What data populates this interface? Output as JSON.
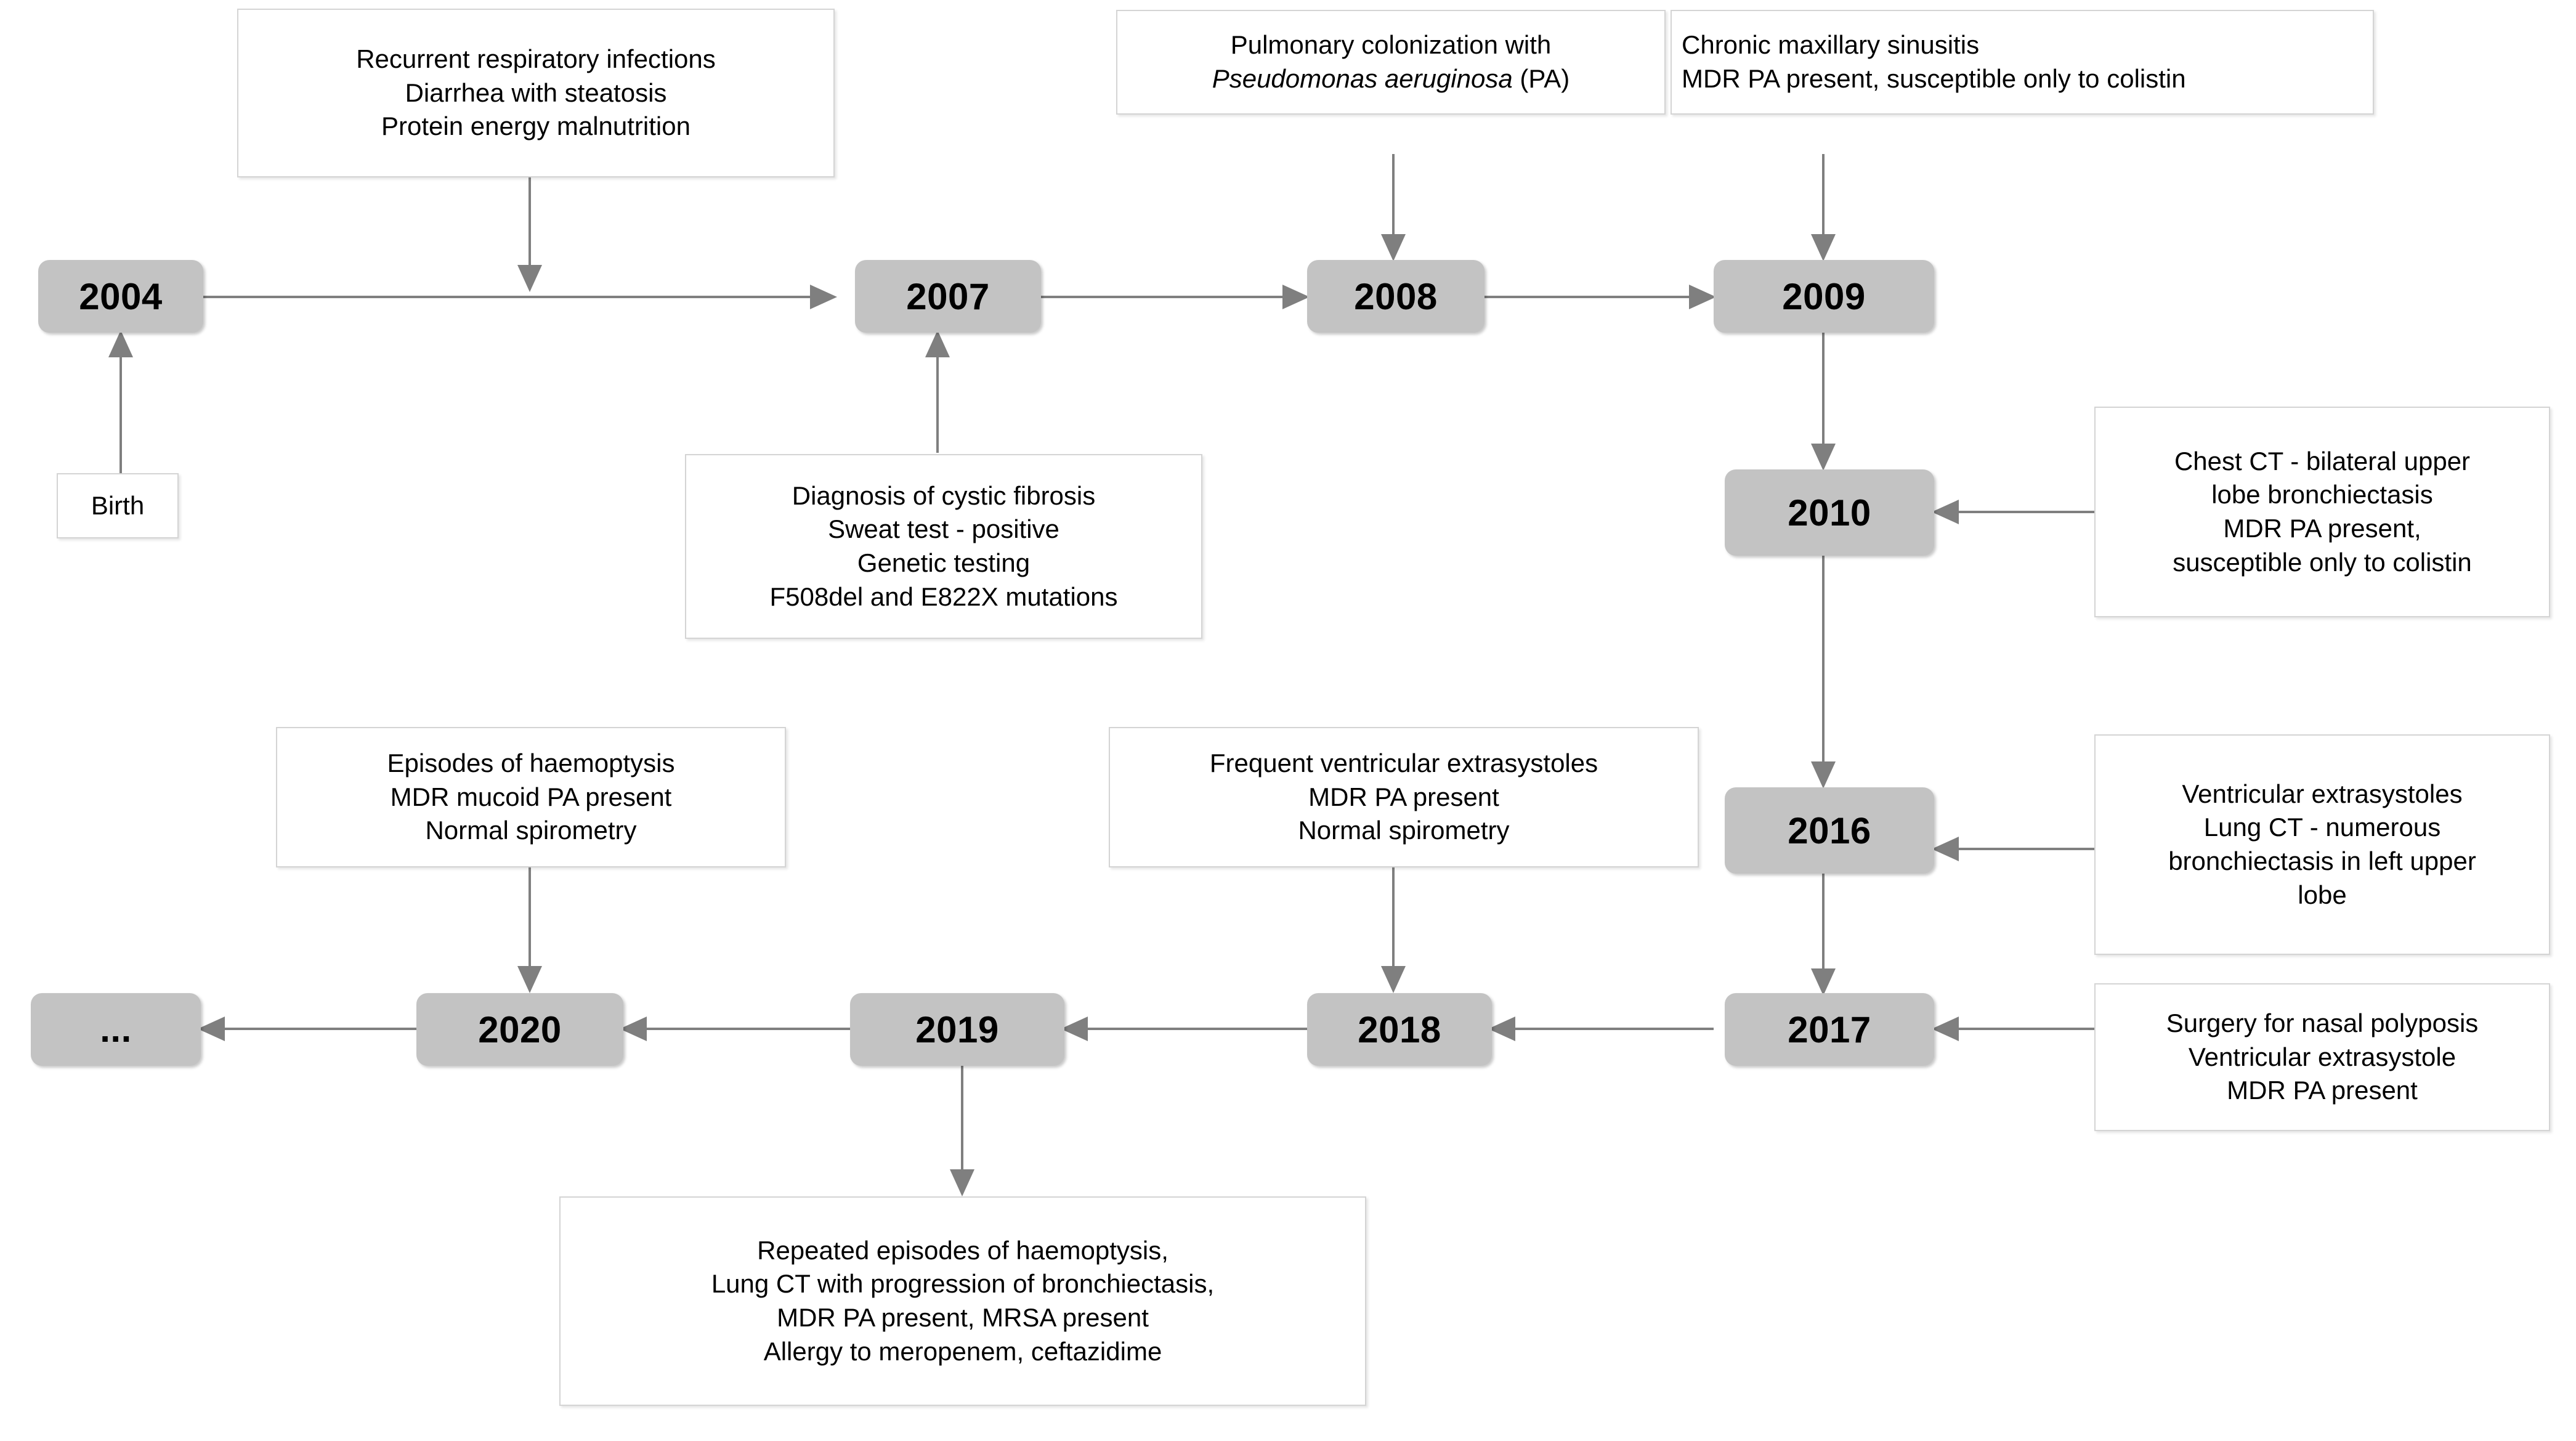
{
  "diagram": {
    "type": "clinical-timeline-flowchart",
    "title": "",
    "colors": {
      "year_chip_fill": "#c3c3c3",
      "note_box_fill": "#ffffff",
      "note_box_border": "#d4d4d4",
      "edge_stroke": "#7f7f7f",
      "text": "#000000",
      "background": "#ffffff"
    },
    "years": [
      {
        "id": "y2004",
        "label": "2004"
      },
      {
        "id": "y2007",
        "label": "2007"
      },
      {
        "id": "y2008",
        "label": "2008"
      },
      {
        "id": "y2009",
        "label": "2009"
      },
      {
        "id": "y2010",
        "label": "2010"
      },
      {
        "id": "y2016",
        "label": "2016"
      },
      {
        "id": "y2017",
        "label": "2017"
      },
      {
        "id": "y2018",
        "label": "2018"
      },
      {
        "id": "y2019",
        "label": "2019"
      },
      {
        "id": "y2020",
        "label": "2020"
      },
      {
        "id": "ellipsis",
        "label": "..."
      }
    ],
    "notes": {
      "birth": {
        "lines": [
          "Birth"
        ]
      },
      "n2007_top": {
        "lines": [
          "Recurrent respiratory infections",
          "Diarrhea with steatosis",
          "Protein energy malnutrition"
        ]
      },
      "n2007_bottom": {
        "lines": [
          "Diagnosis of cystic fibrosis",
          "Sweat test - positive",
          "Genetic testing",
          "F508del and E822X mutations"
        ]
      },
      "n2008": {
        "line1": "Pulmonary colonization with",
        "line2_italic": "Pseudomonas aeruginosa",
        "line2_rest": " (PA)"
      },
      "n2009": {
        "lines": [
          "Chronic maxillary sinusitis",
          "MDR PA present, susceptible only to colistin"
        ]
      },
      "n2010": {
        "lines": [
          "Chest CT - bilateral upper",
          "lobe bronchiectasis",
          "MDR PA present,",
          "susceptible only to colistin"
        ]
      },
      "n2020": {
        "lines": [
          "Episodes of haemoptysis",
          "MDR mucoid PA present",
          "Normal spirometry"
        ]
      },
      "n2018": {
        "lines": [
          "Frequent ventricular extrasystoles",
          "MDR PA present",
          "Normal spirometry"
        ]
      },
      "n2016": {
        "lines": [
          "Ventricular extrasystoles",
          "Lung CT - numerous",
          "bronchiectasis in left upper",
          "lobe"
        ]
      },
      "n2017": {
        "lines": [
          "Surgery for nasal polyposis",
          "Ventricular extrasystole",
          "MDR PA present"
        ]
      },
      "n2019": {
        "lines": [
          "Repeated episodes of haemoptysis,",
          "Lung CT with progression of bronchiectasis,",
          "MDR PA present, MRSA present",
          "Allergy to meropenem, ceftazidime"
        ]
      }
    },
    "edges": [
      {
        "from": "y2004",
        "to": "y2007",
        "direction": "right"
      },
      {
        "from": "y2007",
        "to": "y2008",
        "direction": "right"
      },
      {
        "from": "y2008",
        "to": "y2009",
        "direction": "right"
      },
      {
        "from": "y2009",
        "to": "y2010",
        "direction": "down"
      },
      {
        "from": "y2010",
        "to": "y2016",
        "direction": "down"
      },
      {
        "from": "y2016",
        "to": "y2017",
        "direction": "down"
      },
      {
        "from": "y2017",
        "to": "y2018",
        "direction": "left"
      },
      {
        "from": "y2018",
        "to": "y2019",
        "direction": "left"
      },
      {
        "from": "y2019",
        "to": "y2020",
        "direction": "left"
      },
      {
        "from": "y2020",
        "to": "ellipsis",
        "direction": "left"
      },
      {
        "from": "birth",
        "to": "y2004",
        "direction": "up"
      },
      {
        "from": "n2007_top",
        "to": "edge-2004-2007",
        "direction": "down"
      },
      {
        "from": "n2007_bottom",
        "to": "y2007",
        "direction": "up"
      },
      {
        "from": "n2008",
        "to": "y2008",
        "direction": "down"
      },
      {
        "from": "n2009",
        "to": "y2009",
        "direction": "down"
      },
      {
        "from": "n2010",
        "to": "y2010",
        "direction": "left"
      },
      {
        "from": "n2016",
        "to": "y2016",
        "direction": "left"
      },
      {
        "from": "n2017",
        "to": "y2017",
        "direction": "left"
      },
      {
        "from": "n2018",
        "to": "y2018",
        "direction": "down"
      },
      {
        "from": "n2020",
        "to": "y2020",
        "direction": "down"
      },
      {
        "from": "y2019",
        "to": "n2019",
        "direction": "down"
      }
    ]
  }
}
